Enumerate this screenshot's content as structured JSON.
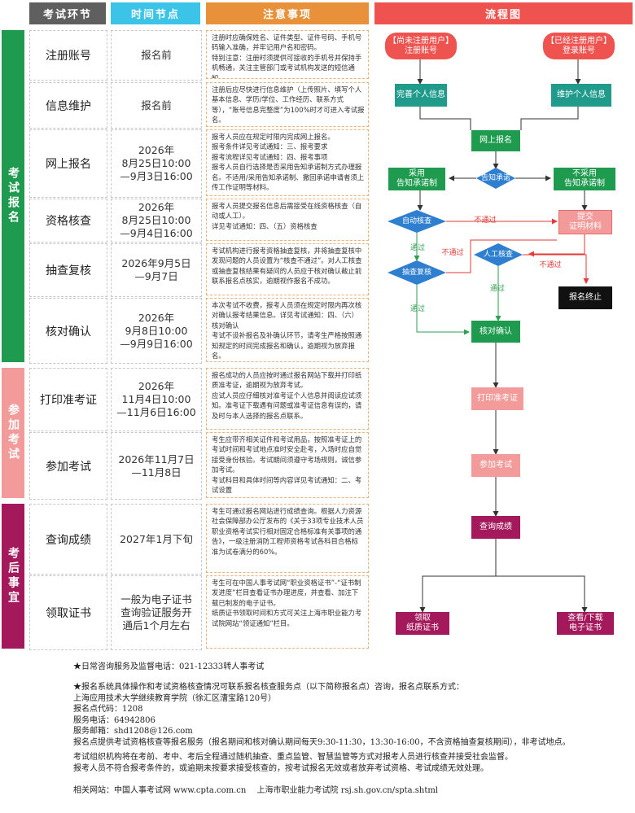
{
  "headers": {
    "step": "考试环节",
    "time": "时间节点",
    "note": "注意事项",
    "flow": "流程图"
  },
  "sections": {
    "signup": "考试报名",
    "attend": "参加考试",
    "after": "考后事宜"
  },
  "rows": [
    {
      "step": "注册账号",
      "time": "报名前",
      "note": "注册时应确保姓名、证件类型、证件号码、手机号码输入准确，并牢记用户名和密码。\n特别注意：注册时须提供可接收的手机号并保持手机畅通，关注主管部门或考试机构发送的短信通知。"
    },
    {
      "step": "信息维护",
      "time": "报名前",
      "note": "注册后应尽快进行信息维护（上传照片、填写个人基本信息、学历/学位、工作经历、联系方式等），“账号信息完整度”为100%时才可进入考试报名。"
    },
    {
      "step": "网上报名",
      "time": "2026年\n8月25日10:00\n—9月3日16:00",
      "note": "报考人员应在规定时限内完成网上报名。\n报考条件详见考试通知：三、报考要求\n报考流程详见考试通知：四、报考事项\n报考人员自行选择是否采用告知承诺制方式办理报名。不适用/采用告知承诺制、撤回承诺申请者须上传工作证明等材料。"
    },
    {
      "step": "资格核查",
      "time": "2026年\n8月25日10:00\n—9月4日16:00",
      "note": "报考人员提交报名信息后需接受在线资格核查（自动或人工）。\n详见考试通知：四、（五）资格核查"
    },
    {
      "step": "抽查复核",
      "time": "2026年9月5日\n—9月7日",
      "note": "考试机构进行报考资格抽查复核，并将抽查复核中发现问题的人员设置为“核查不通过”。对人工核查或抽查复核结果有疑问的人员应于核对确认截止前联系报名点核实，逾期视作报名不成功。"
    },
    {
      "step": "核对确认",
      "time": "2026年\n9月8日10:00\n—9月9日16:00",
      "note": "本次考试不收费，报考人员须在规定时限内再次核对确认报考结果信息。详见考试通知：四、（六）核对确认\n考试不设补报名及补确认环节，请考生严格按照通知规定的时间完成报名和确认，逾期视为放弃报名。"
    },
    {
      "step": "打印准考证",
      "time": "2026年\n11月4日10:00\n—11月6日16:00",
      "note": "报名成功的人员应按时通过报名网站下载并打印纸质准考证，逾期视为放弃考试。\n应试人员应仔细核对准考证个人信息并阅读应试须知。准考证下载遇有问题或准考证信息有误的，请及时与本人选择的报名点联系。"
    },
    {
      "step": "参加考试",
      "time": "2026年11月7日\n—11月8日",
      "note": "考生应带齐相关证件和考试用品，按照准考证上的考试时间和考试地点准时安全赴考，入场时应自觉接受身份核验。考试期间须遵守考场规则，诚信参加考试。\n考试科目和具体时间等内容详见考试通知：二、考试设置"
    },
    {
      "step": "查询成绩",
      "time": "2027年1月下旬",
      "note": "考生可通过报名网站进行成绩查询。根据人力资源社会保障部办公厅发布的《关于33项专业技术人员职业资格考试实行相对固定合格标准有关事项的通告》，一级注册消防工程师资格考试各科目合格标准为试卷满分的60%。"
    },
    {
      "step": "领取证书",
      "time": "一般为电子证书\n查询验证服务开\n通后1个月左右",
      "note": "考生可在中国人事考试网“职业资格证书”-“证书制发进度”栏目查看证书办理进度，并查看、加注下载已制发的电子证书。\n纸质证书领取时间和方式可关注上海市职业能力考试院网站“领证通知”栏目。"
    }
  ],
  "flow": {
    "unregistered": "【尚未注册用户】\n注册账号",
    "registered": "【已经注册用户】\n登录账号",
    "complete_info": "完善个人信息",
    "maintain_info": "维护个人信息",
    "online_signup": "网上报名",
    "adopt": "采用\n告知承诺制",
    "promise": "告知承诺",
    "not_adopt": "不采用\n告知承诺制",
    "auto_check": "自动核查",
    "submit_proof": "提交\n证明材料",
    "manual_check": "人工核查",
    "spot_check": "抽查复核",
    "terminated": "报名终止",
    "confirm": "核对确认",
    "print_ticket": "打印准考证",
    "take_exam": "参加考试",
    "query_score": "查询成绩",
    "paper_cert": "领取\n纸质证书",
    "e_cert": "查看/下载\n电子证书",
    "pass": "通过",
    "fail": "不通过"
  },
  "footer": {
    "line1": "★日常咨询服务及监督电话：021-12333转人事考试",
    "line2": "★报名系统具体操作和考试资格核查情况可联系报名核查服务点（以下简称报名点）咨询，报名点联系方式：\n上海应用技术大学继续教育学院（徐汇区漕宝路120号）\n报名点代码：1208\n服务电话：64942806\n服务邮箱：shd1208@126.com\n报名点提供考试资格核查等报名服务（报名期间和核对确认期间每天9:30-11:30，13:30-16:00，不含资格抽查复核期间），非考试地点。",
    "line3": "考试组织机构将在考前、考中、考后全程通过随机抽查、重点监管、智慧监管等方式对报考人员进行核查并接受社会监督。\n报考人员不符合报考条件的，或逾期未按要求接受核查的，按考试报名无效或者放弃考试资格、考试成绩无效处理。",
    "line4": "相关网站：中国人事考试网 www.cpta.com.cn　 上海市职业能力考试院 rsj.sh.gov.cn/spta.shtml"
  },
  "colors": {
    "green": "#1e9b4e",
    "pink": "#f39b9b",
    "maroon": "#a3195b",
    "orange": "#e8913a",
    "teal": "#1f9a8b",
    "blue": "#2f7fd1",
    "red_header": "#ef5350",
    "header_gray": "#5f5f5f",
    "header_cyan": "#3cc3e8"
  }
}
